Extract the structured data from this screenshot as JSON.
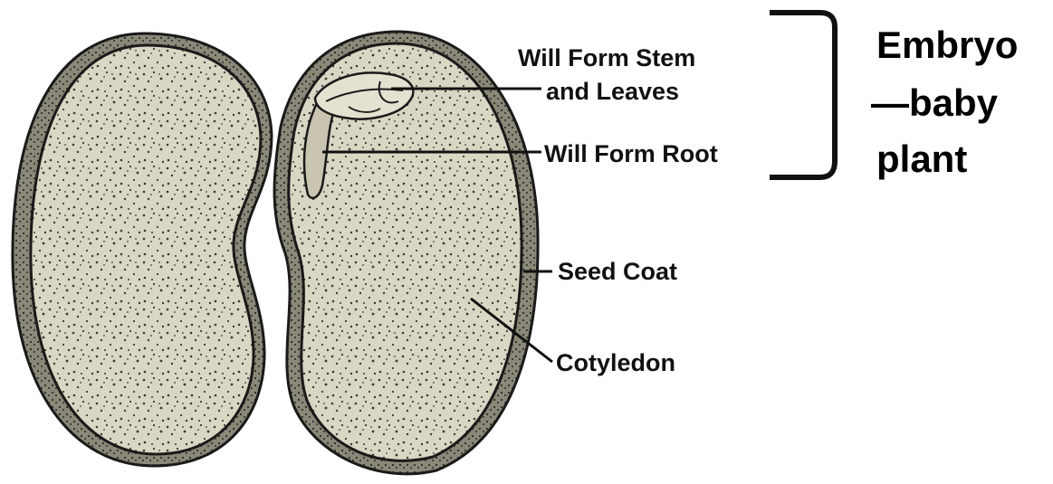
{
  "labels": {
    "stem_line1": "Will Form Stem",
    "stem_line2": "and Leaves",
    "root": "Will Form Root",
    "seed_coat": "Seed Coat",
    "cotyledon": "Cotyledon"
  },
  "embryo": {
    "line1": "Embryo",
    "line2": "—baby",
    "line3": "plant"
  },
  "colors": {
    "fill": "#d9d6c4",
    "outline": "#1a1a1a",
    "speckle": "#3a3a30"
  }
}
